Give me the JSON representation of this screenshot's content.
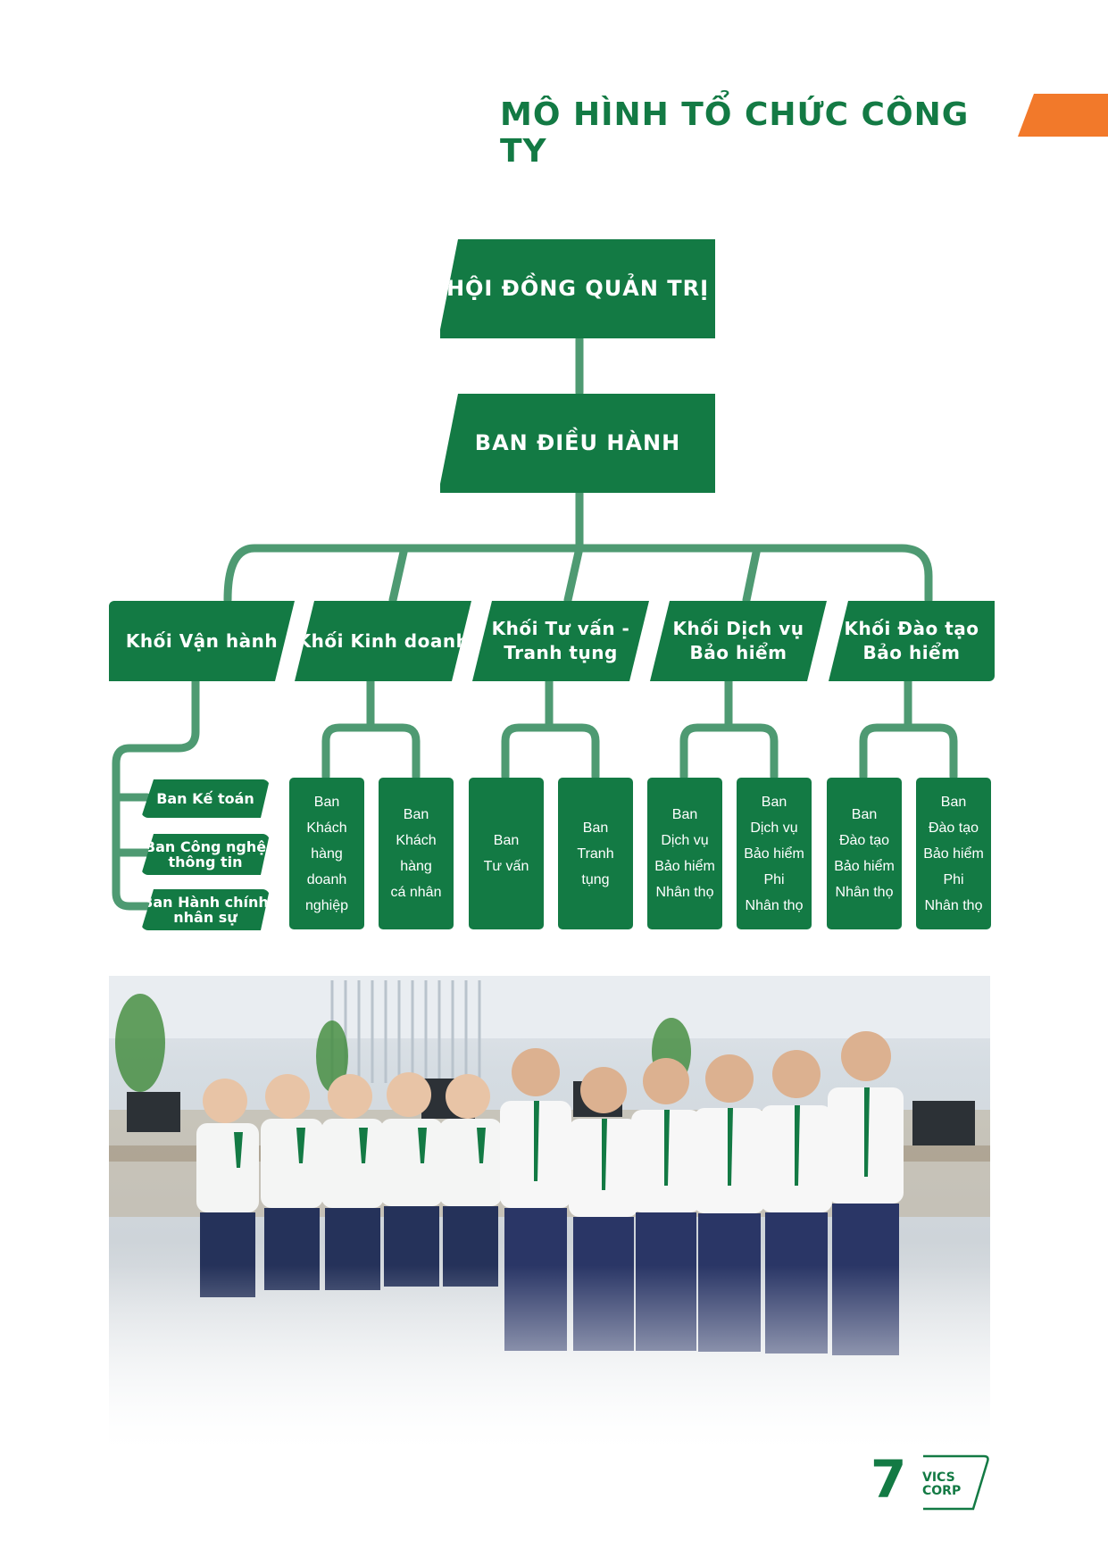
{
  "title": "MÔ HÌNH TỔ CHỨC CÔNG TY",
  "colors": {
    "primary_green": "#137a44",
    "connector_green": "#4e9a72",
    "accent_orange": "#f2792a"
  },
  "org_chart": {
    "board": "HỘI ĐỒNG QUẢN TRỊ",
    "executive": "BAN ĐIỀU HÀNH",
    "blocks": [
      {
        "name": [
          "Khối Vận hành"
        ],
        "departments": [
          [
            "Ban Kế toán"
          ],
          [
            "Ban Công nghệ",
            "thông tin"
          ],
          [
            "Ban Hành chính",
            "nhân sự"
          ]
        ]
      },
      {
        "name": [
          "Khối Kinh doanh"
        ],
        "departments": [
          [
            "Ban",
            "Khách",
            "hàng",
            "doanh",
            "nghiệp"
          ],
          [
            "Ban",
            "Khách",
            "hàng",
            "cá nhân"
          ]
        ]
      },
      {
        "name": [
          "Khối Tư vấn -",
          "Tranh tụng"
        ],
        "departments": [
          [
            "Ban",
            "Tư vấn"
          ],
          [
            "Ban",
            "Tranh",
            "tụng"
          ]
        ]
      },
      {
        "name": [
          "Khối Dịch vụ",
          "Bảo hiểm"
        ],
        "departments": [
          [
            "Ban",
            "Dịch vụ",
            "Bảo hiểm",
            "Nhân thọ"
          ],
          [
            "Ban",
            "Dịch vụ",
            "Bảo hiểm",
            "Phi",
            "Nhân thọ"
          ]
        ]
      },
      {
        "name": [
          "Khối Đào tạo",
          "Bảo hiểm"
        ],
        "departments": [
          [
            "Ban",
            "Đào tạo",
            "Bảo hiểm",
            "Nhân thọ"
          ],
          [
            "Ban",
            "Đào tạo",
            "Bảo hiểm",
            "Phi",
            "Nhân thọ"
          ]
        ]
      }
    ]
  },
  "photo": {
    "alt": "Team photo of company staff in an office"
  },
  "footer": {
    "page_number": "7",
    "brand": [
      "VICS",
      "CORP"
    ]
  }
}
